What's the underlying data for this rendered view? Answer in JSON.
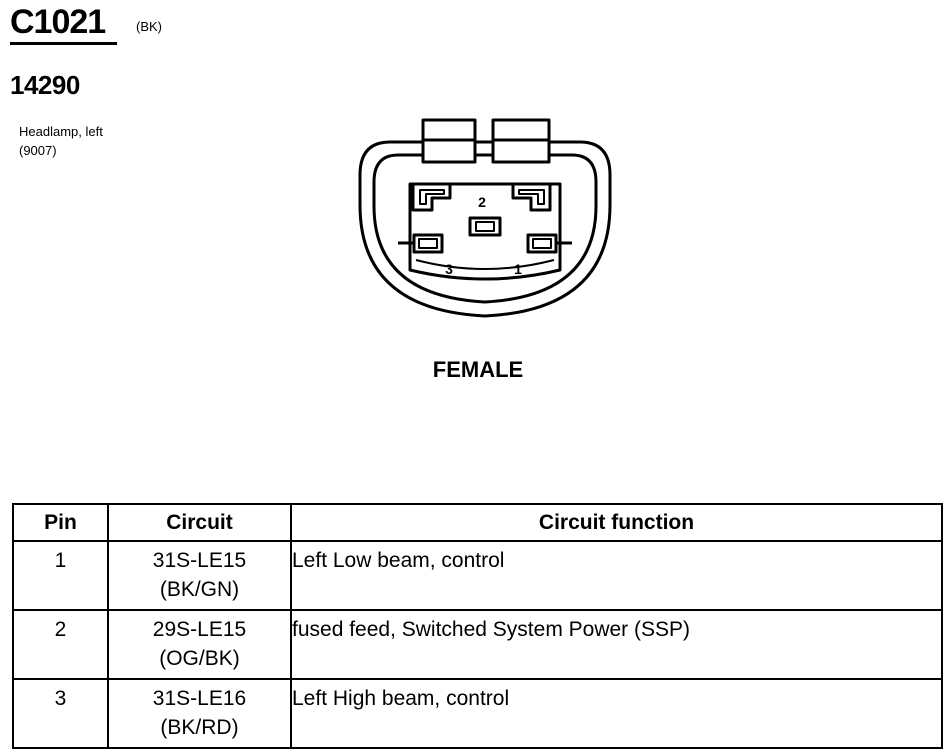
{
  "header": {
    "connector_id": "C1021",
    "connector_color": "(BK)",
    "part_number": "14290",
    "component_lines": [
      "Headlamp, left",
      "(9007)"
    ]
  },
  "diagram": {
    "pin_labels": [
      "1",
      "2",
      "3"
    ],
    "gender": "FEMALE"
  },
  "pinout": {
    "columns": [
      "Pin",
      "Circuit",
      "Circuit function"
    ],
    "rows": [
      {
        "pin": "1",
        "circuit": "31S-LE15",
        "wire_color": "(BK/GN)",
        "function": "Left Low beam, control"
      },
      {
        "pin": "2",
        "circuit": "29S-LE15",
        "wire_color": "(OG/BK)",
        "function": "fused feed, Switched System Power (SSP)"
      },
      {
        "pin": "3",
        "circuit": "31S-LE16",
        "wire_color": "(BK/RD)",
        "function": "Left High beam, control"
      }
    ]
  }
}
